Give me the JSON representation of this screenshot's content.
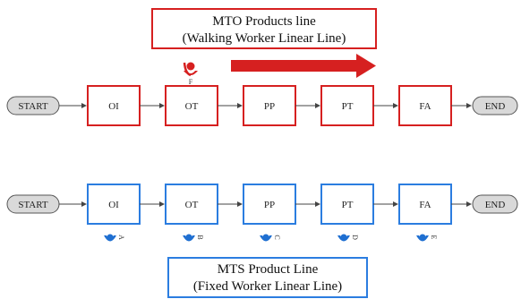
{
  "colors": {
    "mto": "#d62020",
    "mts": "#2b7de0",
    "worker": "#1f6fd1",
    "terminal_fill": "#d9d9d9",
    "connector": "#444444"
  },
  "mto": {
    "title_line1": "MTO Products line",
    "title_line2": "(Walking Worker Linear Line)",
    "worker_label": "F",
    "start": "START",
    "end": "END",
    "stations": [
      "OI",
      "OT",
      "PP",
      "PT",
      "FA"
    ]
  },
  "mts": {
    "title_line1": "MTS Product Line",
    "title_line2": "(Fixed Worker Linear Line)",
    "start": "START",
    "end": "END",
    "stations": [
      "OI",
      "OT",
      "PP",
      "PT",
      "FA"
    ],
    "worker_labels": [
      "A",
      "B",
      "C",
      "D",
      "E"
    ]
  },
  "icons": {
    "worker": "worker-icon",
    "direction": "arrow-right-icon"
  }
}
